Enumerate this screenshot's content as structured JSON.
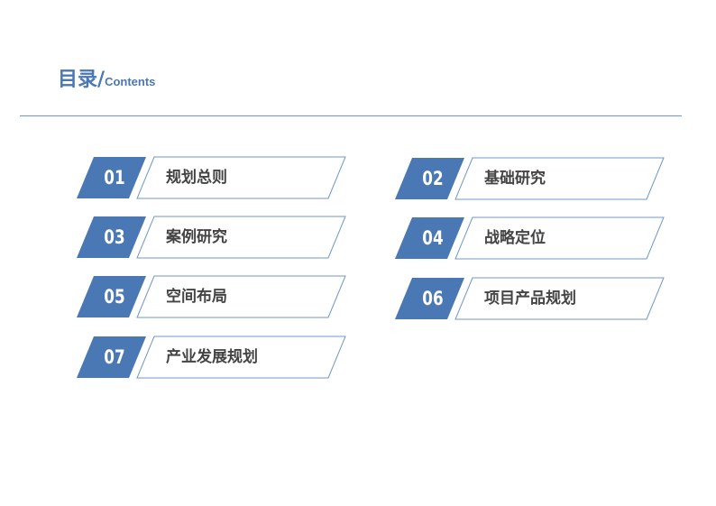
{
  "header": {
    "title": "目录",
    "slash": "/",
    "subtitle": "Contents"
  },
  "colors": {
    "accent": "#4a78b4",
    "outline": "#6f97c6",
    "text": "#444444"
  },
  "items": [
    {
      "num": "01",
      "label": "规划总则"
    },
    {
      "num": "02",
      "label": "基础研究"
    },
    {
      "num": "03",
      "label": "案例研究"
    },
    {
      "num": "04",
      "label": "战略定位"
    },
    {
      "num": "05",
      "label": "空间布局"
    },
    {
      "num": "06",
      "label": "项目产品规划"
    },
    {
      "num": "07",
      "label": "产业发展规划"
    }
  ]
}
